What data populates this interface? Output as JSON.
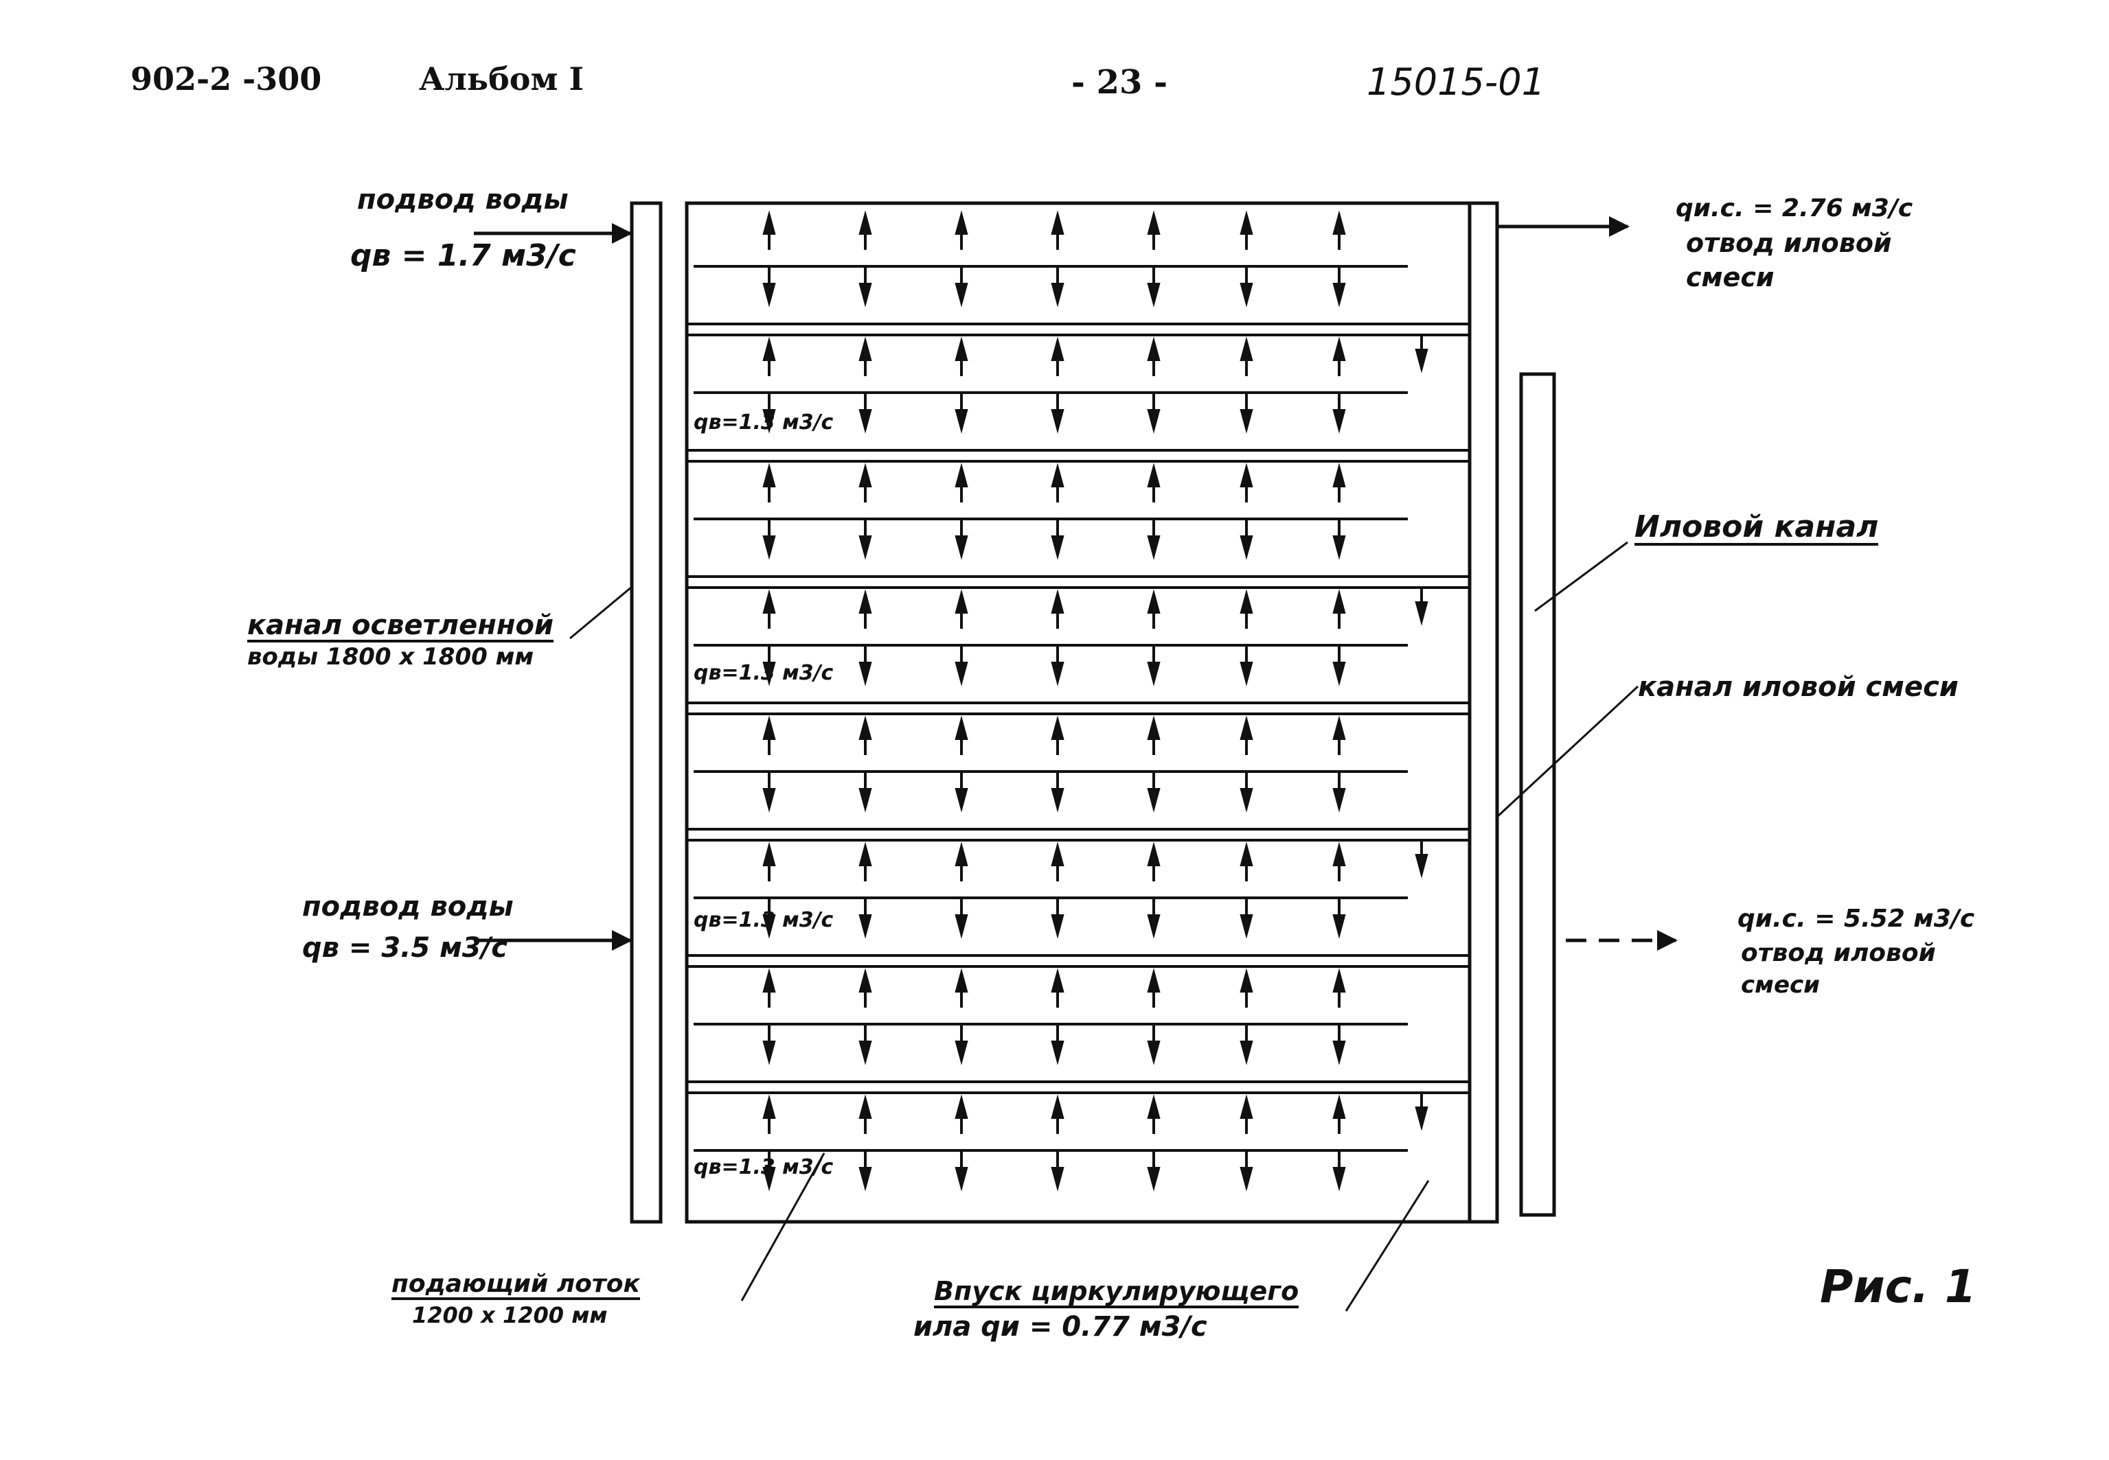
{
  "header": {
    "project_code": "902-2 -300",
    "album": "Альбом I",
    "page_number": "- 23 -",
    "doc_number": "15015-01"
  },
  "labels": {
    "water_inlet_top": "подвод воды",
    "water_inlet_top_flow": "qв = 1.7 м3/с",
    "clarified_channel_line1": "канал осветленной",
    "clarified_channel_line2": "воды 1800 x 1800 мм",
    "water_inlet_bottom": "подвод воды",
    "water_inlet_bottom_flow": "qв = 3.5 м3/с",
    "feed_tray_line1": "подающий лоток",
    "feed_tray_line2": "1200 x 1200 мм",
    "circ_inlet_line1": "Впуск циркулирующего",
    "circ_inlet_line2": "ила qи = 0.77 м3/с",
    "outlet_top_flow": "qи.с. = 2.76 м3/с",
    "outlet_top_line1": "отвод иловой",
    "outlet_top_line2": "смеси",
    "sludge_channel": "Иловой канал",
    "sludge_mix_channel": "канал иловой смеси",
    "outlet_bottom_flow": "qи.с. = 5.52 м3/с",
    "outlet_bottom_line1": "отвод иловой",
    "outlet_bottom_line2": "смеси",
    "figure_caption": "Рис. 1"
  },
  "section_flows": [
    "qв=1.3 м3/с",
    "qв=1.3 м3/с",
    "qв=1.3 м3/с",
    "qв=1.3 м3/с"
  ]
}
